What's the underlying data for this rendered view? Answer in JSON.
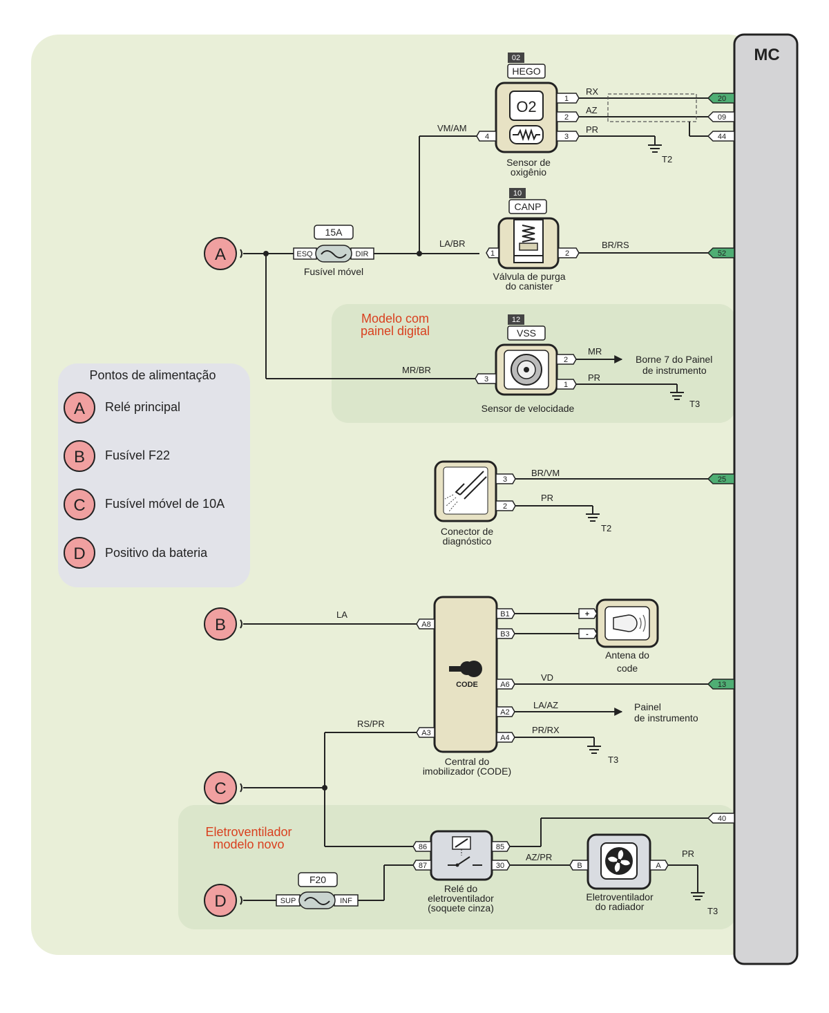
{
  "ecu": {
    "label": "MC"
  },
  "legend": {
    "title": "Pontos de alimentação",
    "items": [
      {
        "letter": "A",
        "text": "Relé principal"
      },
      {
        "letter": "B",
        "text": "Fusível F22"
      },
      {
        "letter": "C",
        "text": "Fusível móvel de 10A"
      },
      {
        "letter": "D",
        "text": "Positivo da bateria"
      }
    ]
  },
  "sources": {
    "A": "A",
    "B": "B",
    "C": "C",
    "D": "D"
  },
  "regions": {
    "digital_line1": "Modelo com",
    "digital_line2": "painel digital",
    "fan_line1": "Eletroventilador",
    "fan_line2": "modelo novo"
  },
  "hego": {
    "num": "02",
    "tag": "HEGO",
    "cap1": "Sensor de",
    "cap2": "oxigênio",
    "o2": "O2",
    "pins": [
      "1",
      "2",
      "3",
      "4"
    ],
    "wires": {
      "rx": "RX",
      "az": "AZ",
      "pr": "PR",
      "vmam": "VM/AM"
    },
    "ground": "T2"
  },
  "fuse15": {
    "rating": "15A",
    "left": "ESQ",
    "right": "DIR",
    "caption": "Fusível móvel"
  },
  "canp": {
    "num": "10",
    "tag": "CANP",
    "cap1": "Válvula de purga",
    "cap2": "do canister",
    "pins": [
      "1",
      "2"
    ],
    "wires": {
      "labr": "LA/BR",
      "brrs": "BR/RS"
    }
  },
  "vss": {
    "num": "12",
    "tag": "VSS",
    "caption": "Sensor de velocidade",
    "pins": [
      "2",
      "1",
      "3"
    ],
    "wires": {
      "mr": "MR",
      "pr": "PR",
      "mrbr": "MR/BR"
    },
    "dest1": "Borne 7 do Painel",
    "dest2": "de instrumento",
    "ground": "T3"
  },
  "diag": {
    "cap1": "Conector de",
    "cap2": "diagnóstico",
    "pins": [
      "3",
      "2"
    ],
    "wires": {
      "brvm": "BR/VM",
      "pr": "PR"
    },
    "ground": "T2"
  },
  "code": {
    "label": "CODE",
    "cap1": "Central do",
    "cap2": "imobilizador (CODE)",
    "pins": {
      "a8": "A8",
      "a3": "A3",
      "b1": "B1",
      "b3": "B3",
      "a6": "A6",
      "a2": "A2",
      "a4": "A4"
    },
    "wires": {
      "la": "LA",
      "rspr": "RS/PR",
      "vd": "VD",
      "laaz": "LA/AZ",
      "prrx": "PR/RX"
    },
    "dest1": "Painel",
    "dest2": "de instrumento",
    "ground": "T3"
  },
  "antenna": {
    "cap1": "Antena do",
    "cap2": "code",
    "plus": "+",
    "minus": "-"
  },
  "relay": {
    "cap1": "Relé do",
    "cap2": "eletroventilador",
    "cap3": "(soquete cinza)",
    "pins": {
      "p86": "86",
      "p87": "87",
      "p85": "85",
      "p30": "30"
    }
  },
  "fan": {
    "cap1": "Eletroventilador",
    "cap2": "do radiador",
    "pins": {
      "b": "B",
      "a": "A"
    },
    "wires": {
      "azpr": "AZ/PR",
      "pr": "PR"
    },
    "ground": "T3"
  },
  "fuse20": {
    "rating": "F20",
    "left": "SUP",
    "right": "INF"
  },
  "ecu_pins": {
    "p20": "20",
    "p09": "09",
    "p44": "44",
    "p52": "52",
    "p25": "25",
    "p13": "13",
    "p40": "40"
  },
  "colors": {
    "background": "#e9efd8",
    "region": "#dbe6cb",
    "legend": "#e2e3e9",
    "source": "#f0a0a0",
    "ecu": "#d4d4d6",
    "ecu_pin_green": "#4fae74"
  }
}
